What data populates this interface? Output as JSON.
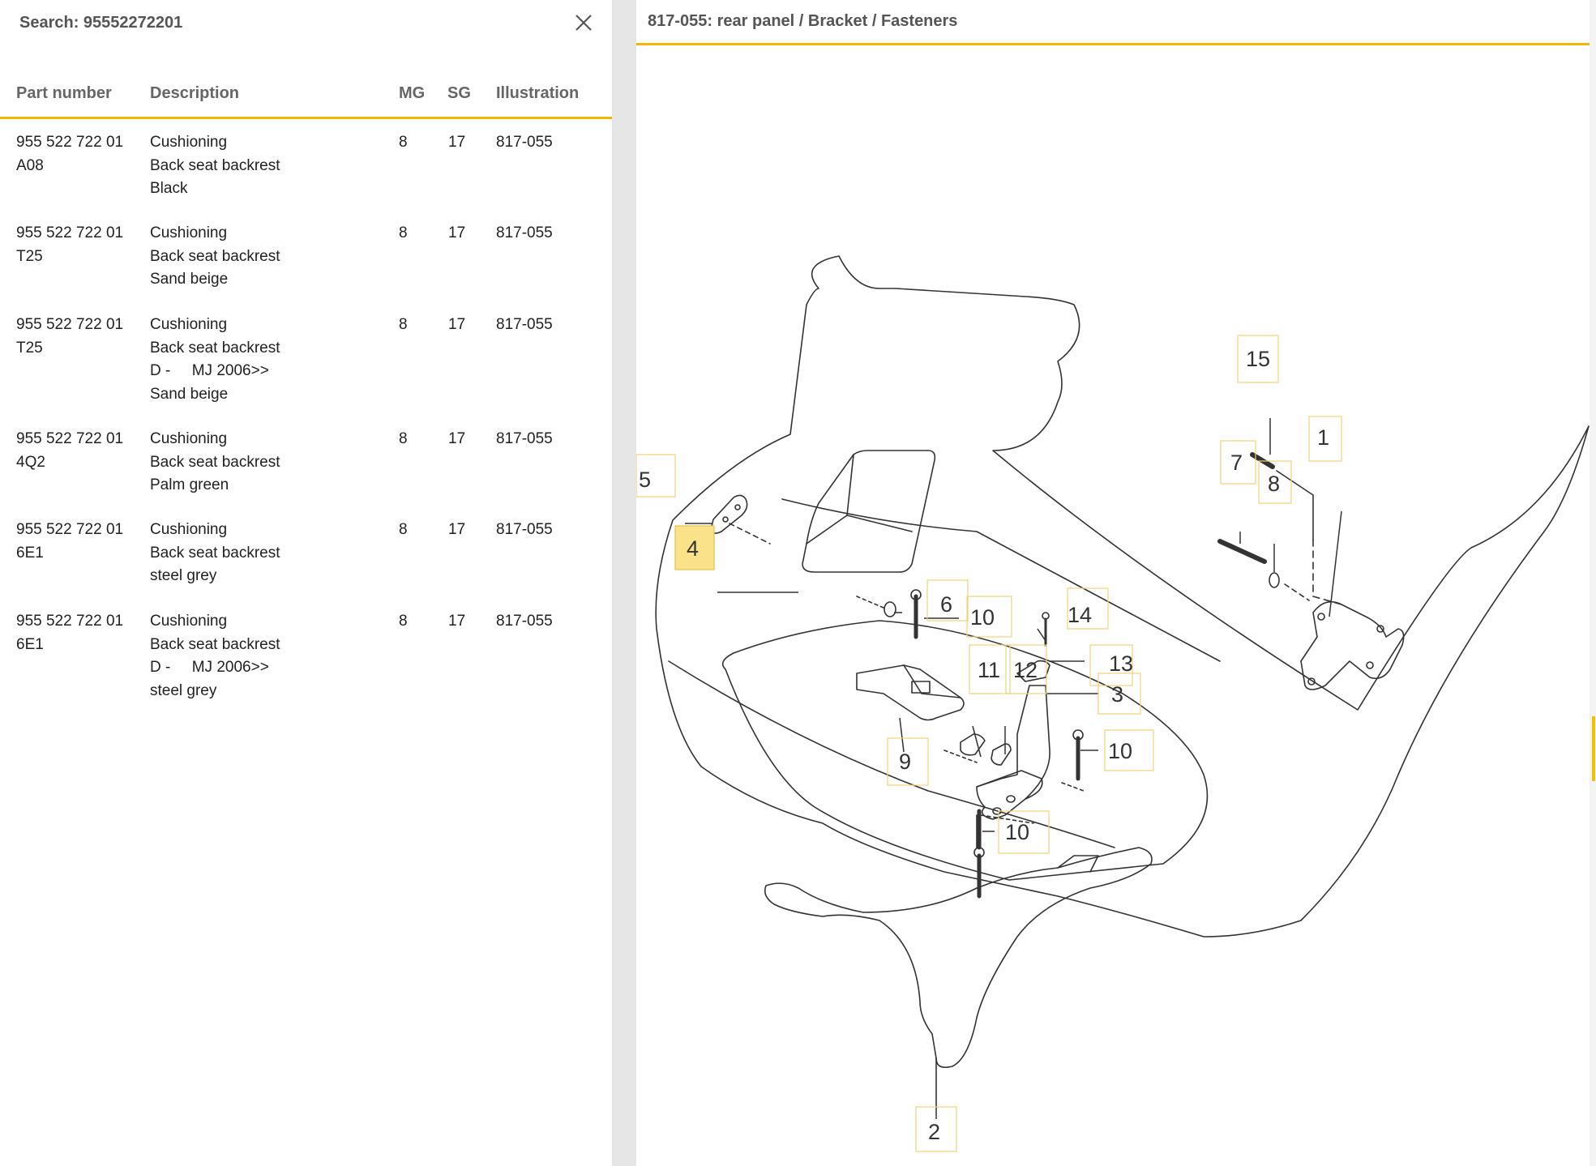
{
  "search": {
    "title": "Search: 95552272201",
    "close_icon": "close-icon"
  },
  "table": {
    "headers": {
      "part_number": "Part number",
      "description": "Description",
      "mg": "MG",
      "sg": "SG",
      "illustration": "Illustration"
    },
    "rows": [
      {
        "part": "955 522 722 01 A08",
        "desc": "Cushioning\nBack seat backrest\nBlack",
        "mg": "8",
        "sg": "17",
        "ill": "817-055"
      },
      {
        "part": "955 522 722 01 T25",
        "desc": "Cushioning\nBack seat backrest\nSand beige",
        "mg": "8",
        "sg": "17",
        "ill": "817-055"
      },
      {
        "part": "955 522 722 01 T25",
        "desc": "Cushioning\nBack seat backrest\nD -     MJ 2006>>\nSand beige",
        "mg": "8",
        "sg": "17",
        "ill": "817-055"
      },
      {
        "part": "955 522 722 01 4Q2",
        "desc": "Cushioning\nBack seat backrest\nPalm green",
        "mg": "8",
        "sg": "17",
        "ill": "817-055"
      },
      {
        "part": "955 522 722 01 6E1",
        "desc": "Cushioning\nBack seat backrest\nsteel grey",
        "mg": "8",
        "sg": "17",
        "ill": "817-055"
      },
      {
        "part": "955 522 722 01 6E1",
        "desc": "Cushioning\nBack seat backrest\nD -     MJ 2006>>\nsteel grey",
        "mg": "8",
        "sg": "17",
        "ill": "817-055"
      }
    ]
  },
  "illustration": {
    "title": "817-055: rear panel / Bracket / Fasteners",
    "highlight_color": "#f9e28a",
    "accent_color": "#f2b600",
    "callouts": [
      "15",
      "1",
      "7",
      "8",
      "5",
      "4",
      "6",
      "10",
      "14",
      "13",
      "11",
      "12",
      "3",
      "9",
      "10",
      "10",
      "2"
    ],
    "highlighted_callout": "4"
  }
}
